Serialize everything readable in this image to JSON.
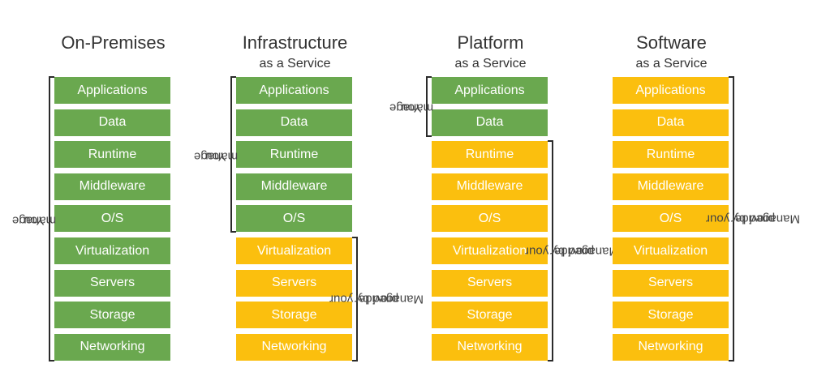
{
  "layers": [
    "Applications",
    "Data",
    "Runtime",
    "Middleware",
    "O/S",
    "Virtualization",
    "Servers",
    "Storage",
    "Networking"
  ],
  "colors": {
    "you_manage": "#6aa84f",
    "provider_managed": "#fbbf0e",
    "bracket": "#2b2b2b"
  },
  "labels": {
    "you_manage_line1": "You",
    "you_manage_line2": "manage",
    "provider_line1": "Managed by your",
    "provider_line2": "provider"
  },
  "columns": [
    {
      "title": "On-Premises",
      "subtitle": "",
      "you_manage_count": 9
    },
    {
      "title": "Infrastructure",
      "subtitle": "as a Service",
      "you_manage_count": 5
    },
    {
      "title": "Platform",
      "subtitle": "as a Service",
      "you_manage_count": 2
    },
    {
      "title": "Software",
      "subtitle": "as a Service",
      "you_manage_count": 0
    }
  ]
}
